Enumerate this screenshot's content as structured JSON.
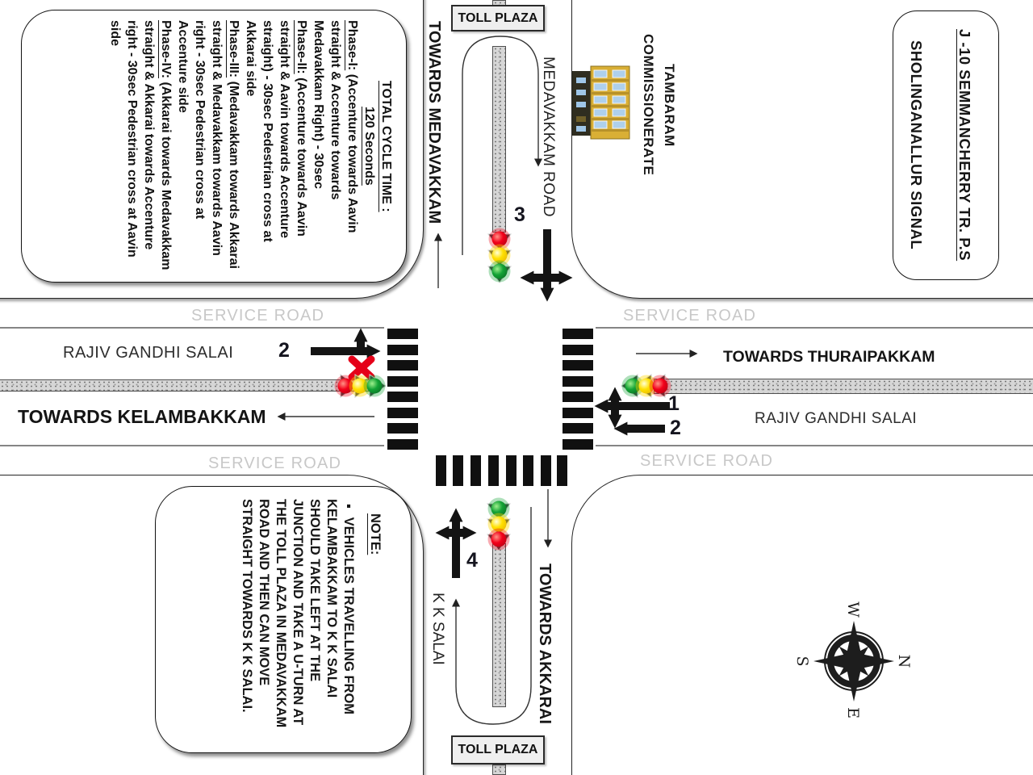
{
  "boxes": {
    "cycle": {
      "title": "TOTAL CYCLE TIME :",
      "subtitle": "120 Seconds",
      "phases": [
        {
          "label": "Phase-I:",
          "text": " (Accenture towards Aavin straight & Accenture towards Medavakkam Right) - 30sec"
        },
        {
          "label": "Phase-II:",
          "text": " (Accenture towards Aavin straight & Aavin towards Accenture straight) - 30sec Pedestrian cross at Akkarai side"
        },
        {
          "label": "Phase-III:",
          "text": " (Medavakkam towards Akkarai straight & Medavakkam towards Aavin right - 30sec Pedestrian cross at Accenture side"
        },
        {
          "label": "Phase-IV:",
          "text": " (Akkarai towards Medavakkam straight & Akkarai towards Accenture right - 30sec Pedestrian cross at Aavin side"
        }
      ]
    },
    "note": {
      "title": "NOTE:",
      "bullet": "▪",
      "text": "VEHICLES TRAVELLING FROM KELAMBAKKAM TO K K SALAI SHOULD TAKE LEFT AT THE JUNCTION AND TAKE A U-TURN AT THE TOLL PLAZA IN MEDAVAKKAM ROAD AND THEN CAN MOVE STRAIGHT TOWARDS K K SALAI."
    },
    "station": {
      "line1": "J -10 SEMMANCHERRY TR. P.S",
      "line2": "SHOLINGANALLUR SIGNAL"
    }
  },
  "labels": {
    "toll_plaza": "TOLL PLAZA",
    "service_road": "SERVICE ROAD",
    "towards_medavakkam": "TOWARDS MEDAVAKKAM",
    "medavakkam_road": "MEDAVAKKAM ROAD",
    "towards_akkarai": "TOWARDS AKKARAI",
    "kk_salai": "K K SALAI",
    "towards_kelambakkam": "TOWARDS KELAMBAKKAM",
    "towards_thuraipakkam": "TOWARDS THURAIPAKKAM",
    "rajiv_gandhi_salai": "RAJIV GANDHI SALAI",
    "tambaram_line1": "TAMBARAM",
    "tambaram_line2": "COMMISSIONERATE"
  },
  "signal_markers": {
    "north": "3",
    "south": "4",
    "west": "2",
    "east_1": "1",
    "east_2": "2"
  },
  "compass": {
    "n": "N",
    "e": "E",
    "s": "S",
    "w": "W"
  },
  "colors": {
    "signal_red": "#ec0016",
    "signal_yellow": "#ffd800",
    "signal_green": "#0da032",
    "prohibit_x": "#e50019",
    "service_road_text": "#c8c8c8",
    "building_yellow": "#d9af35"
  }
}
